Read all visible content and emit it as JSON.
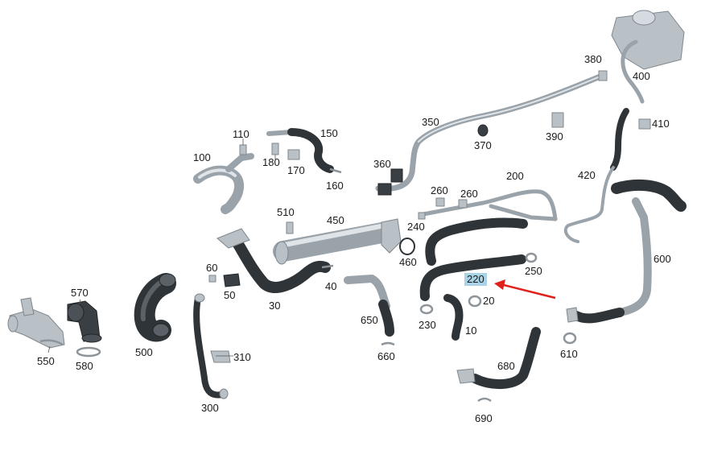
{
  "diagram": {
    "labels": [
      {
        "id": "10",
        "text": "10"
      },
      {
        "id": "20",
        "text": "20"
      },
      {
        "id": "30",
        "text": "30"
      },
      {
        "id": "40",
        "text": "40"
      },
      {
        "id": "50",
        "text": "50"
      },
      {
        "id": "60",
        "text": "60"
      },
      {
        "id": "100",
        "text": "100"
      },
      {
        "id": "110",
        "text": "110"
      },
      {
        "id": "150",
        "text": "150"
      },
      {
        "id": "160",
        "text": "160"
      },
      {
        "id": "170",
        "text": "170"
      },
      {
        "id": "180",
        "text": "180"
      },
      {
        "id": "200",
        "text": "200"
      },
      {
        "id": "220",
        "text": "220",
        "highlighted": true
      },
      {
        "id": "230",
        "text": "230"
      },
      {
        "id": "240",
        "text": "240"
      },
      {
        "id": "250",
        "text": "250"
      },
      {
        "id": "260a",
        "text": "260"
      },
      {
        "id": "260b",
        "text": "260"
      },
      {
        "id": "300",
        "text": "300"
      },
      {
        "id": "310",
        "text": "310"
      },
      {
        "id": "350",
        "text": "350"
      },
      {
        "id": "360",
        "text": "360"
      },
      {
        "id": "370",
        "text": "370"
      },
      {
        "id": "380",
        "text": "380"
      },
      {
        "id": "390",
        "text": "390"
      },
      {
        "id": "400",
        "text": "400"
      },
      {
        "id": "410",
        "text": "410"
      },
      {
        "id": "420",
        "text": "420"
      },
      {
        "id": "450",
        "text": "450"
      },
      {
        "id": "460",
        "text": "460"
      },
      {
        "id": "500",
        "text": "500"
      },
      {
        "id": "510",
        "text": "510"
      },
      {
        "id": "550",
        "text": "550"
      },
      {
        "id": "570",
        "text": "570"
      },
      {
        "id": "580",
        "text": "580"
      },
      {
        "id": "600",
        "text": "600"
      },
      {
        "id": "610",
        "text": "610"
      },
      {
        "id": "650",
        "text": "650"
      },
      {
        "id": "660",
        "text": "660"
      },
      {
        "id": "680",
        "text": "680"
      },
      {
        "id": "690",
        "text": "690"
      }
    ],
    "highlight_color": "#a9d3e6",
    "arrow_color": "#e0201b",
    "hose_color": "#2f3438",
    "pipe_color": "#9aa3aa"
  }
}
